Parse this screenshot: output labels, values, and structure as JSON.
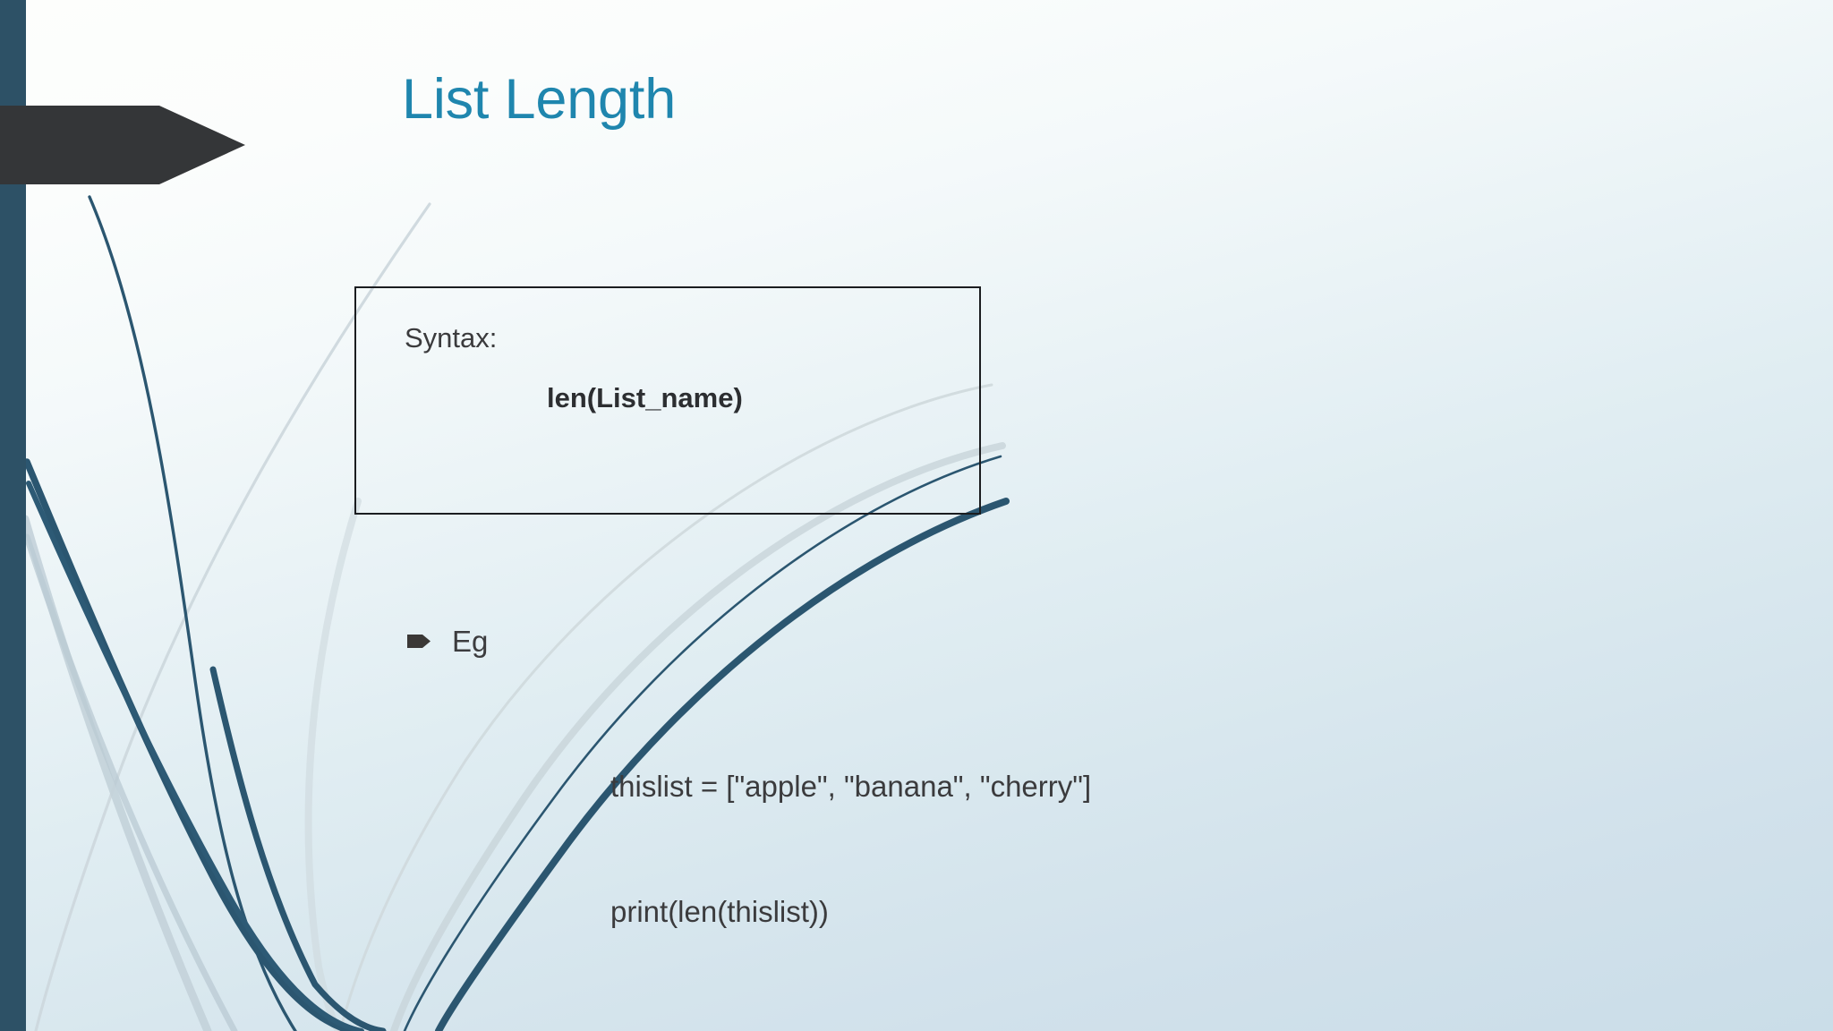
{
  "slide": {
    "title": "List Length",
    "accent_color": "#1f86ae",
    "sidebar_color": "#2d5166",
    "banner_color": "#343638",
    "background_top_color": "#fdfefc",
    "background_bottom_color": "#cadde8"
  },
  "syntax_box": {
    "label": "Syntax:",
    "code": "len(List_name)"
  },
  "example": {
    "bullet_icon": "arrow-bullet-icon",
    "label": "Eg",
    "code_lines": [
      "thislist = [\"apple\", \"banana\", \"cherry\"]",
      "print(len(thislist))"
    ]
  },
  "decoration": {
    "name": "reed-grass-lines-icon",
    "dark_line_color": "#2b5670",
    "light_line_color": "#c3d1d9"
  }
}
